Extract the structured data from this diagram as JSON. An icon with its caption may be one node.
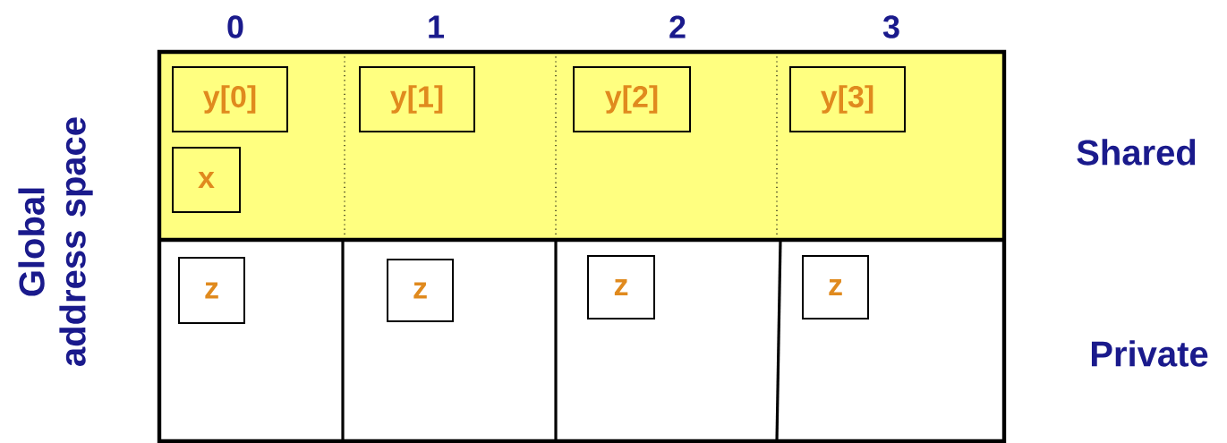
{
  "diagram": {
    "nodes": [
      {
        "text": [
          "y[0]"
        ]
      },
      {
        "text": [
          "x"
        ]
      },
      {
        "text": [
          "y[1]"
        ]
      },
      {
        "text": [
          "y[2]"
        ]
      },
      {
        "text": [
          "y[3]"
        ]
      },
      {
        "text": [
          "z"
        ]
      },
      {
        "text": [
          "z"
        ]
      },
      {
        "text": [
          "z"
        ]
      },
      {
        "text": [
          "z"
        ]
      }
    ],
    "labels": [
      "0",
      "1",
      "2",
      "3",
      "Shared",
      "Global address space",
      "Private"
    ]
  }
}
